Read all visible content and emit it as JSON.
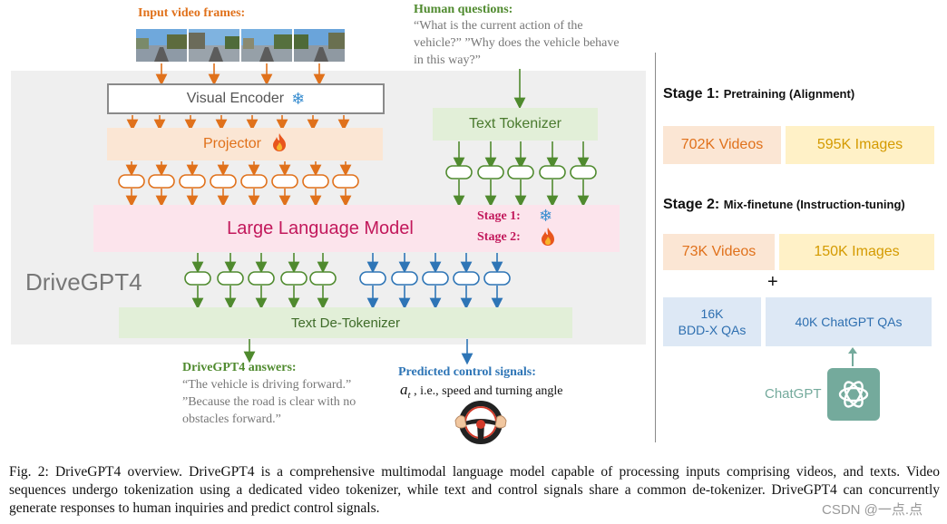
{
  "diagram": {
    "input_frames_title": "Input video frames:",
    "human_questions_title": "Human questions:",
    "human_questions_text": "“What is the current action of the vehicle?” ”Why does the vehicle behave in this way?”",
    "visual_encoder": "Visual Encoder",
    "projector": "Projector",
    "text_tokenizer": "Text Tokenizer",
    "llm": "Large Language Model",
    "stage1": "Stage 1:",
    "stage2": "Stage 2:",
    "model_name": "DriveGPT4",
    "detokenizer": "Text De-Tokenizer",
    "answers_title": "DriveGPT4 answers:",
    "answers_text": "“The vehicle is driving forward.” ”Because the road is clear with no obstacles forward.”",
    "control_title": "Predicted control signals:",
    "control_symbol": "a",
    "control_subscript": "t",
    "control_text": ", i.e., speed and turning angle"
  },
  "training": {
    "stage1_title": "Stage 1:",
    "stage1_sub": "Pretraining (Alignment)",
    "stage1_videos": "702K Videos",
    "stage1_images": "595K Images",
    "stage2_title": "Stage 2:",
    "stage2_sub": "Mix-finetune (Instruction-tuning)",
    "stage2_videos": "73K Videos",
    "stage2_images": "150K Images",
    "plus": "+",
    "bddx_line1": "16K",
    "bddx_line2": "BDD-X QAs",
    "chatgpt_qas": "40K ChatGPT QAs",
    "chatgpt_label": "ChatGPT"
  },
  "caption": "Fig. 2: DriveGPT4 overview. DriveGPT4 is a comprehensive multimodal language model capable of processing inputs comprising videos, and texts. Video sequences undergo tokenization using a dedicated video tokenizer, while text and control signals share a common de-tokenizer. DriveGPT4 can concurrently generate responses to human inquiries and predict control signals.",
  "watermark": "CSDN @一点.点",
  "colors": {
    "orange": "#e0711b",
    "green": "#4f8a2e",
    "blue": "#2e75b6",
    "pink": "#c2185b",
    "chatgpt_green": "#74aa9c"
  }
}
